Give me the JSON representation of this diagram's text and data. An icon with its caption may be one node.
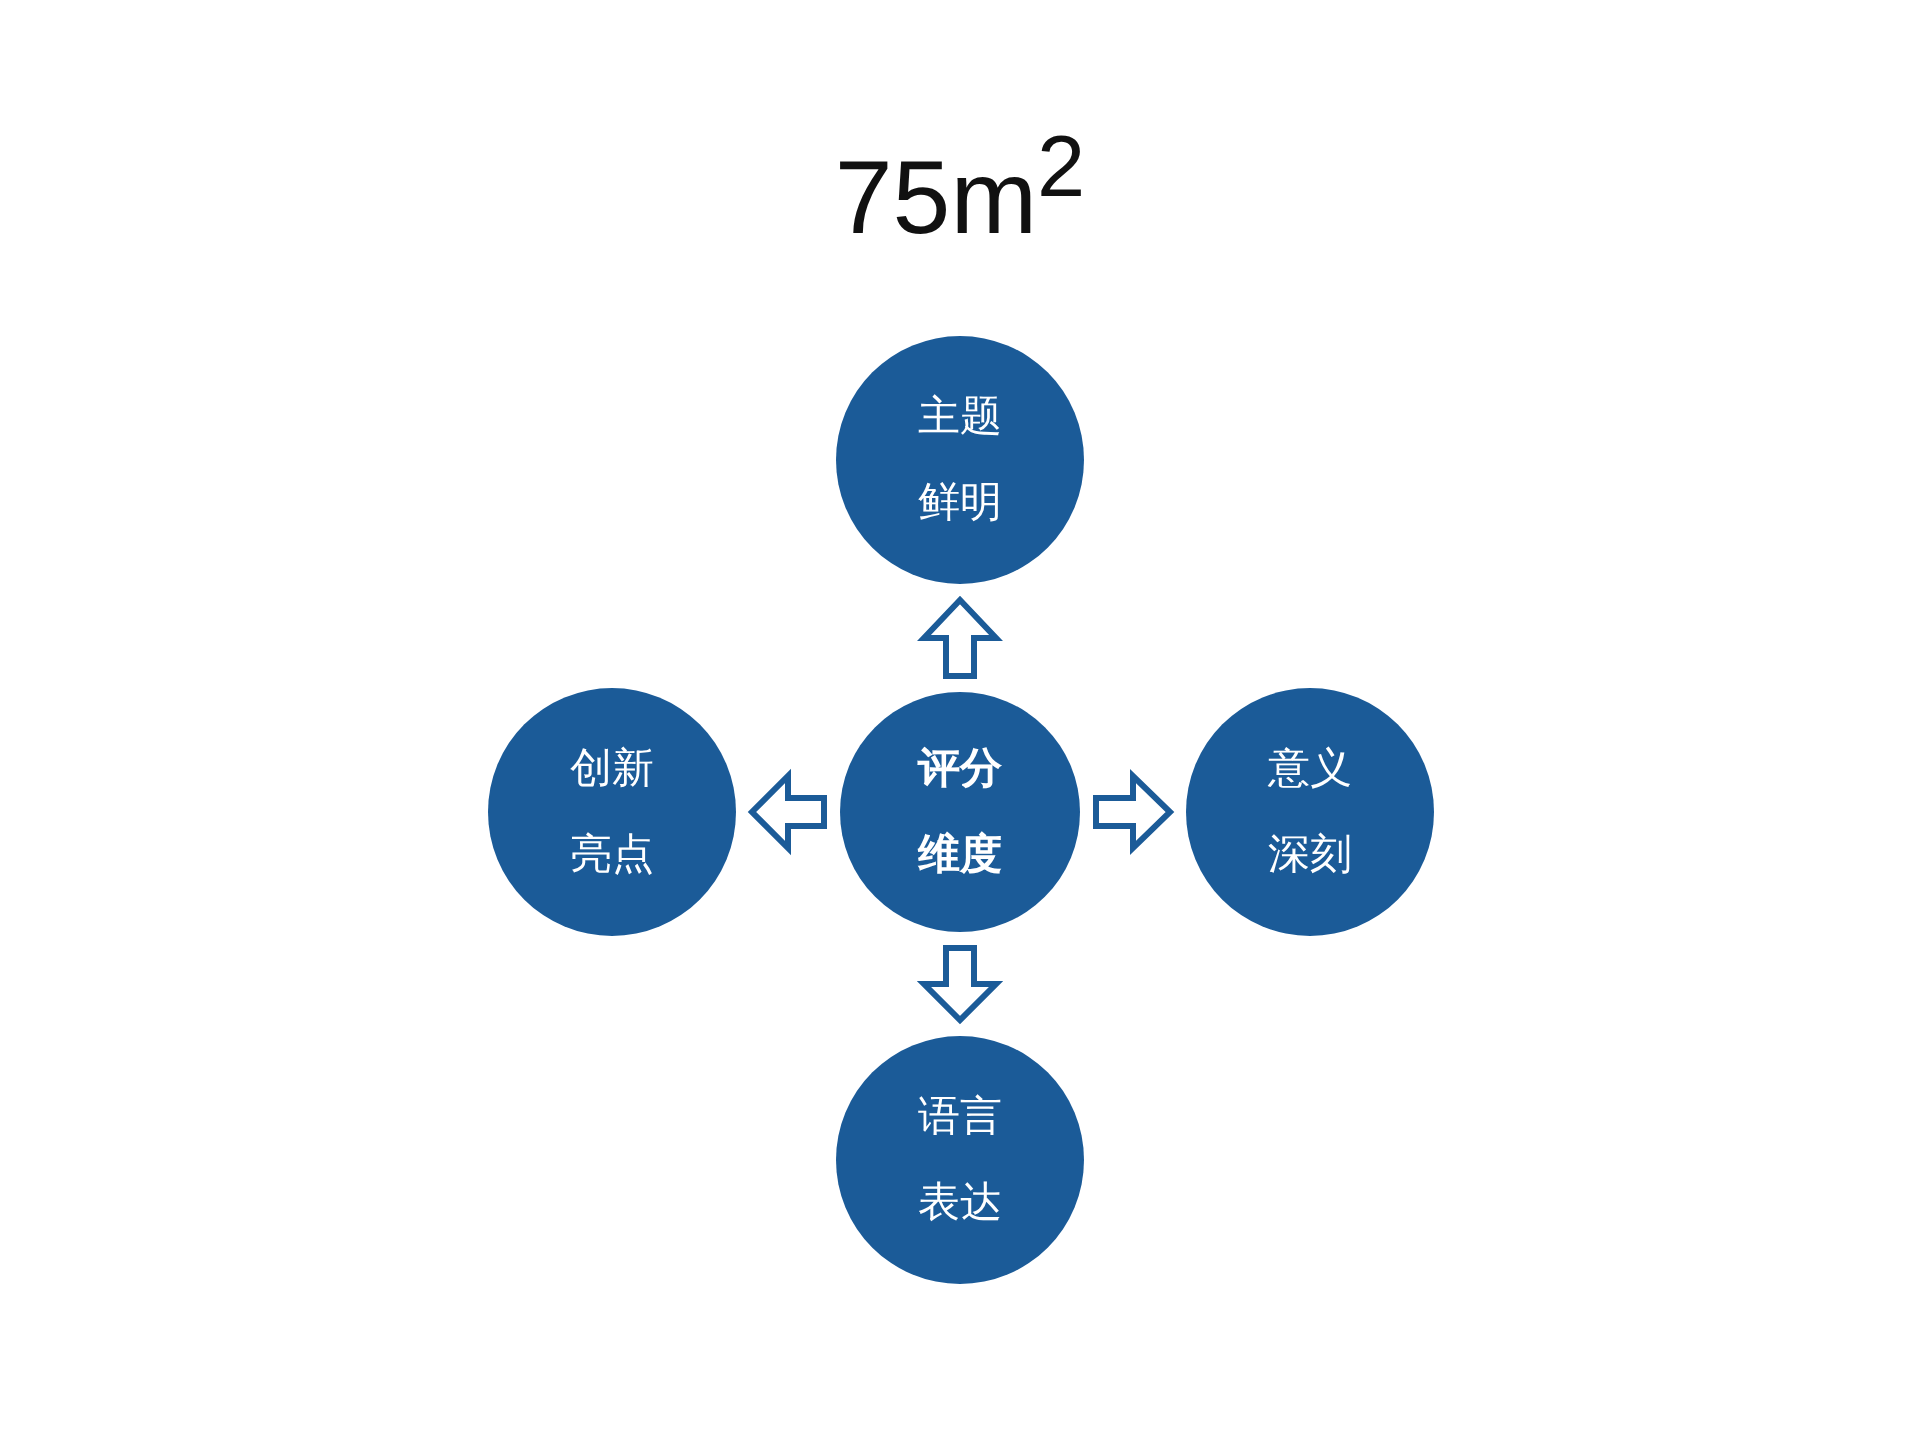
{
  "diagram": {
    "title": "75m$^{2}$",
    "nodes": [
      {
        "text": [
          "主题鲜明"
        ]
      },
      {
        "text": [
          "创新亮点"
        ]
      },
      {
        "text": [
          "评分维度"
        ]
      },
      {
        "text": [
          "意义深刻"
        ]
      },
      {
        "text": [
          "语言表达"
        ]
      }
    ],
    "edges": [
      {
        "from": 2,
        "to": 0,
        "arrow": "to"
      },
      {
        "from": 2,
        "to": 1,
        "arrow": "to"
      },
      {
        "from": 2,
        "to": 3,
        "arrow": "to"
      },
      {
        "from": 2,
        "to": 4,
        "arrow": "to"
      }
    ]
  }
}
